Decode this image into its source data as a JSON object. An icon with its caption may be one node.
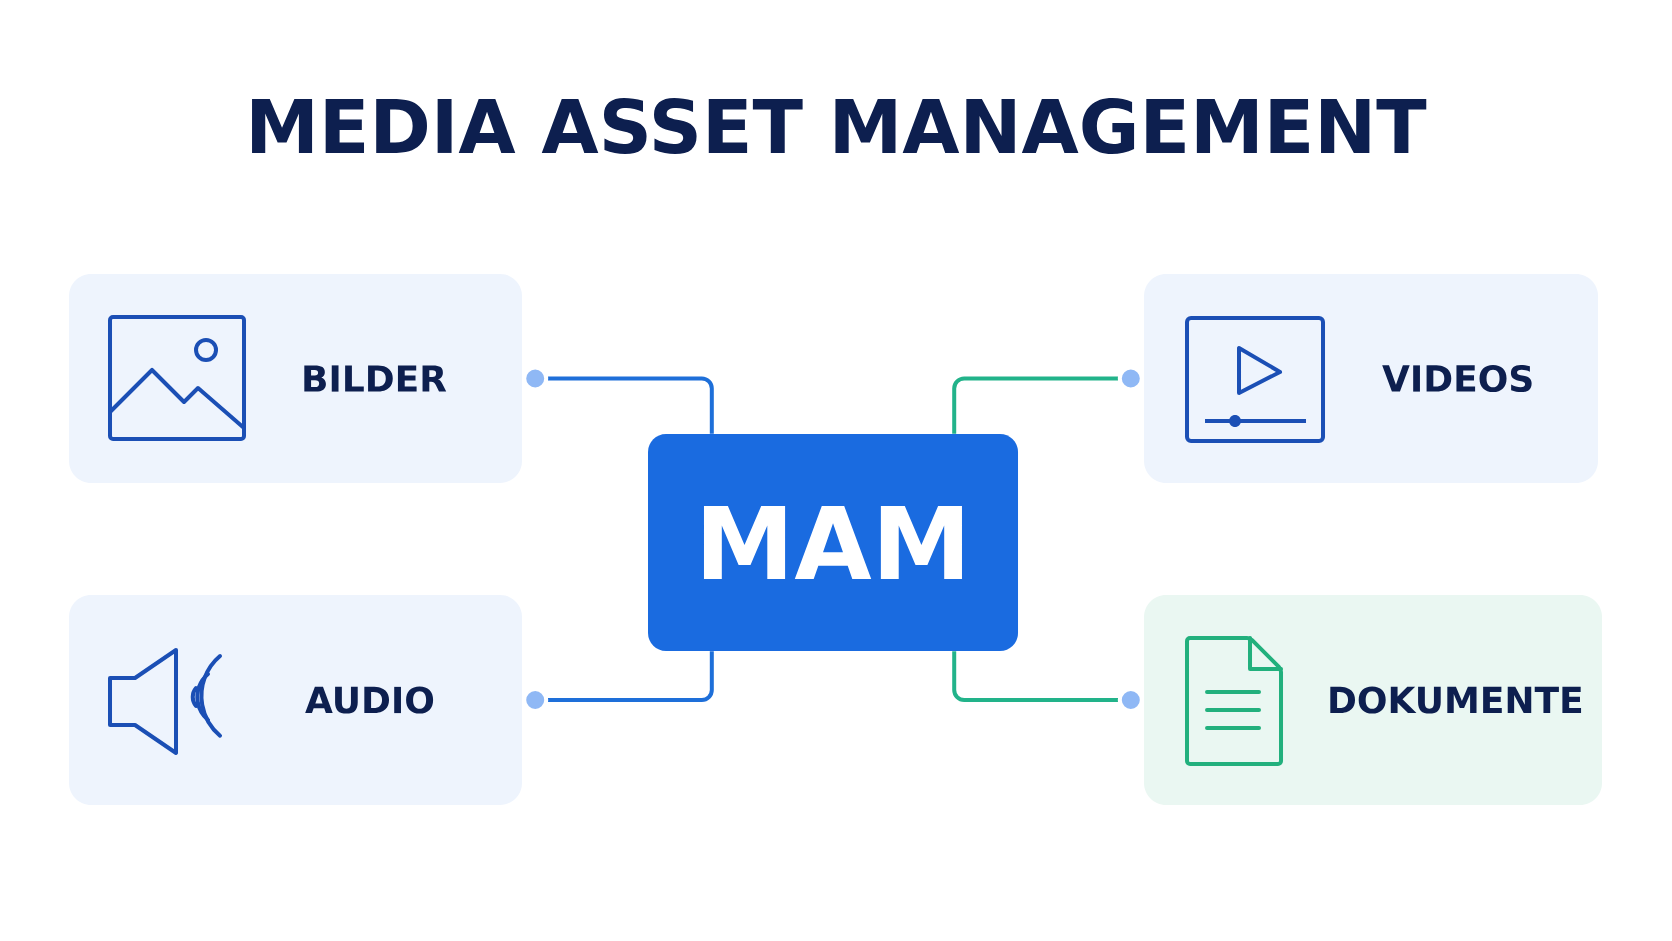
{
  "diagram": {
    "title": "MEDIA ASSET MANAGEMENT",
    "nodes": [
      {
        "text": [
          "BILDER"
        ]
      },
      {
        "text": [
          "VIDEOS"
        ]
      },
      {
        "text": [
          "MAM"
        ]
      },
      {
        "text": [
          "AUDIO"
        ]
      },
      {
        "text": [
          "DOKUMENTE"
        ]
      }
    ],
    "edges": [
      {
        "from": 2,
        "to": 0,
        "arrow": "other",
        "color": "#1e6fd9"
      },
      {
        "from": 2,
        "to": 1,
        "arrow": "other",
        "color": "#22b38a"
      },
      {
        "from": 2,
        "to": 3,
        "arrow": "other",
        "color": "#1e6fd9"
      },
      {
        "from": 2,
        "to": 4,
        "arrow": "other",
        "color": "#22b38a"
      }
    ]
  }
}
